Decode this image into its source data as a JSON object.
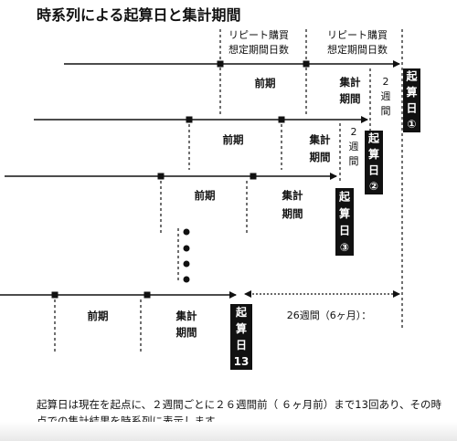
{
  "title": "時系列による起算日と集計期間",
  "header_labels": {
    "repeat_left": "リピート購買",
    "assumed_left": "想定期間日数",
    "repeat_right": "リピート購買",
    "assumed_right": "想定期間日数"
  },
  "period_labels": {
    "zenki": "前期",
    "shukei_1": "集計",
    "shukei_2": "期間"
  },
  "gap_label_chars": [
    "2",
    "週",
    "間"
  ],
  "base_dates": [
    {
      "chars": [
        "起",
        "算",
        "日",
        "①"
      ]
    },
    {
      "chars": [
        "起",
        "算",
        "日",
        "②"
      ]
    },
    {
      "chars": [
        "起",
        "算",
        "日",
        "③"
      ]
    },
    {
      "chars": [
        "起",
        "算",
        "日",
        "13"
      ]
    }
  ],
  "span_label": "26週間（6ヶ月）：",
  "footer_text": "起算日は現在を起点に、２週間ごとに２６週間前（ ６ヶ月前）まで13回あり、その時点での集計結果を時系列に表示します。",
  "colors": {
    "line": "#111111",
    "label_bg": "#111111",
    "label_text": "#ffffff"
  }
}
